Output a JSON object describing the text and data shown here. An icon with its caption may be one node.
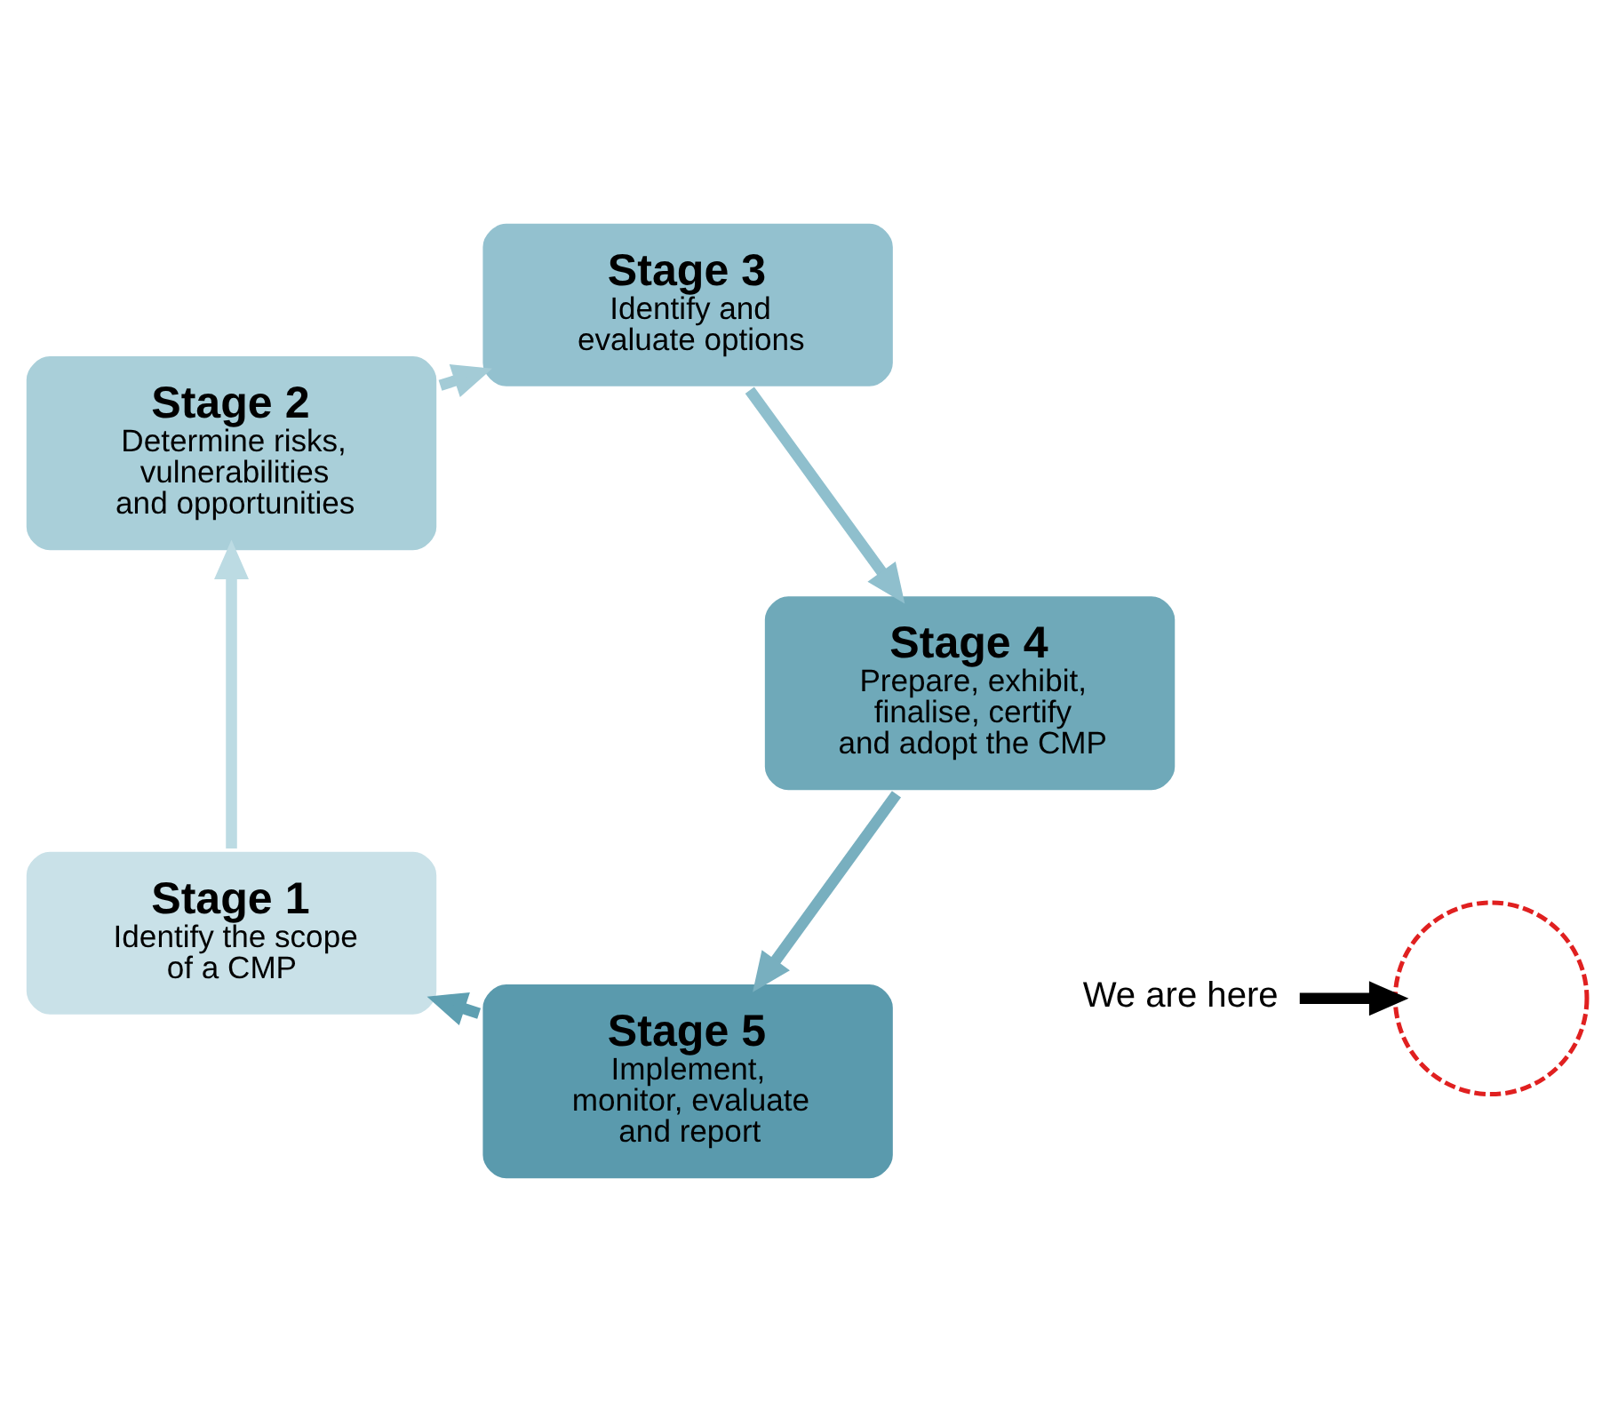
{
  "diagram": {
    "nodes": [
      {
        "text": [
          "We are here"
        ]
      },
      {
        "text": [],
        "shape": "circle"
      },
      {
        "text": [
          "Stage 5",
          "Implement, monitor, evaluate and report"
        ]
      },
      {
        "text": [
          "Stage 1",
          "Identify the scope of a CMP"
        ]
      },
      {
        "text": [
          "Stage 4",
          "Prepare, exhibit, finalise, certify and adopt the CMP"
        ]
      },
      {
        "text": [
          "Stage 2",
          "Determine risks, vulnerabilities and opportunities"
        ]
      },
      {
        "text": [
          "Stage 3",
          "Identify and evaluate options"
        ]
      }
    ],
    "edges": [
      {
        "from": 0,
        "to": 1,
        "arrow": "to"
      },
      {
        "from": 2,
        "to": 3,
        "arrow": "to",
        "color": "#5e9fb1"
      },
      {
        "from": 3,
        "to": 5,
        "arrow": "to",
        "color": "#bcdbe3"
      },
      {
        "from": 5,
        "to": 6,
        "arrow": "to",
        "color": "#a3cbd6"
      },
      {
        "from": 6,
        "to": 4,
        "arrow": "to",
        "color": "#8fbfcd"
      },
      {
        "from": 4,
        "to": 2,
        "arrow": "to",
        "color": "#78afbf"
      }
    ]
  }
}
